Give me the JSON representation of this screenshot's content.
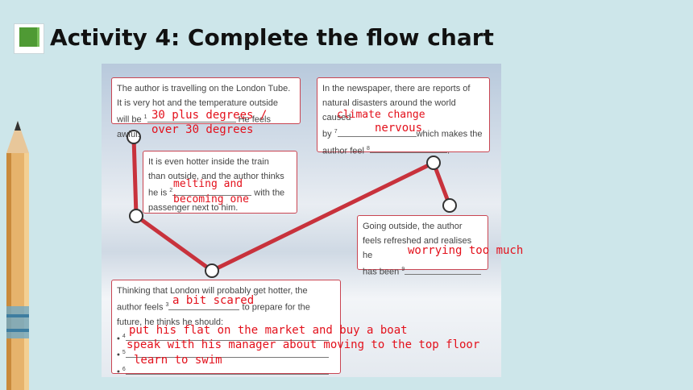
{
  "header": {
    "title": "Activity 4: Complete the flow chart"
  },
  "boxes": {
    "b1": {
      "line1": "The author is travelling on the London Tube.",
      "line2": "It is very hot and the temperature outside",
      "line3a": "will be ",
      "num": "1",
      "line3b": "He feels awful."
    },
    "b2": {
      "line1": "In the newspaper, there are reports of",
      "line2": "natural disasters around the world caused",
      "line3a": "by ",
      "num": "7",
      "line3b": "which makes the",
      "line4a": "author feel ",
      "num2": "8",
      "line4b": "."
    },
    "b3": {
      "line1": "It is even hotter inside the train",
      "line2": "than outside, and the author thinks",
      "line3a": "he is ",
      "num": "2",
      "line3b": "with the",
      "line4": "passenger next to him."
    },
    "b4": {
      "line1": "Going outside, the author",
      "line2": "feels refreshed and realises he",
      "line3a": "has been ",
      "num": "9"
    },
    "b5": {
      "line1": "Thinking that London will probably get hotter, the",
      "line2a": "author feels ",
      "num": "3",
      "line2b": "to prepare for the",
      "line3": "future, he thinks he should:",
      "n4": "4",
      "n5": "5",
      "n6": "6"
    }
  },
  "answers": {
    "a1": "30 plus degrees /",
    "a1b": "over 30 degrees",
    "a2a": "melting and",
    "a2b": "becoming one",
    "a3": "a bit scared",
    "a4": "put his flat on the market and buy a boat",
    "a5": "speak with his manager about moving to the top floor",
    "a6": "learn to swim",
    "a7": "climate change",
    "a8": "nervous",
    "a9": "worrying too much"
  },
  "colors": {
    "answer": "#e3101b",
    "flow_line": "#c8323c",
    "box_border": "#c94552",
    "background": "#cde6ea"
  }
}
